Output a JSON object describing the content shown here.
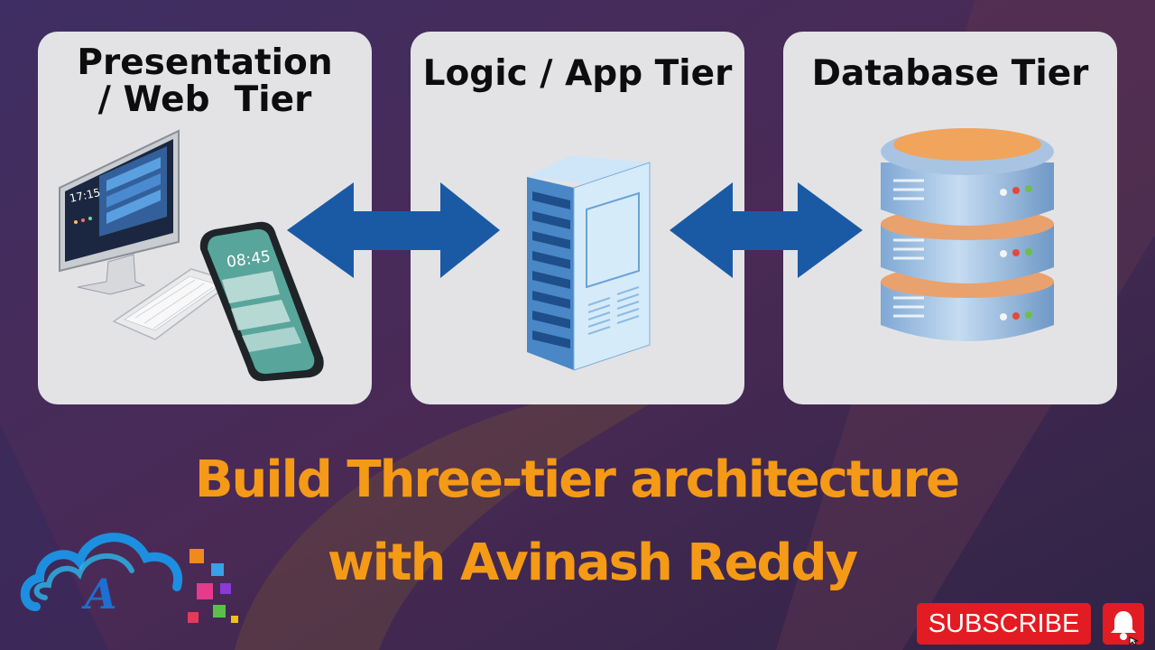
{
  "tiers": [
    {
      "title_line1": "Presentation",
      "title_line2": "/ Web  Tier"
    },
    {
      "title": "Logic / App Tier"
    },
    {
      "title": "Database Tier"
    }
  ],
  "devices": {
    "desktop_clock": "17:15",
    "phone_clock": "08:45"
  },
  "headline": {
    "line1": "Build Three-tier architecture",
    "line2": "with Avinash Reddy"
  },
  "logo": {
    "letter": "A"
  },
  "subscribe": {
    "label": "SUBSCRIBE"
  },
  "icons": {
    "bidirectional_arrow": "double-arrow-icon",
    "bell": "bell-icon",
    "cursor": "hand-cursor-icon"
  },
  "colors": {
    "background": "#3c2a55",
    "card": "#e3e3e6",
    "arrow": "#1a5aa5",
    "headline": "#f59a17",
    "subscribe": "#e31b23"
  }
}
